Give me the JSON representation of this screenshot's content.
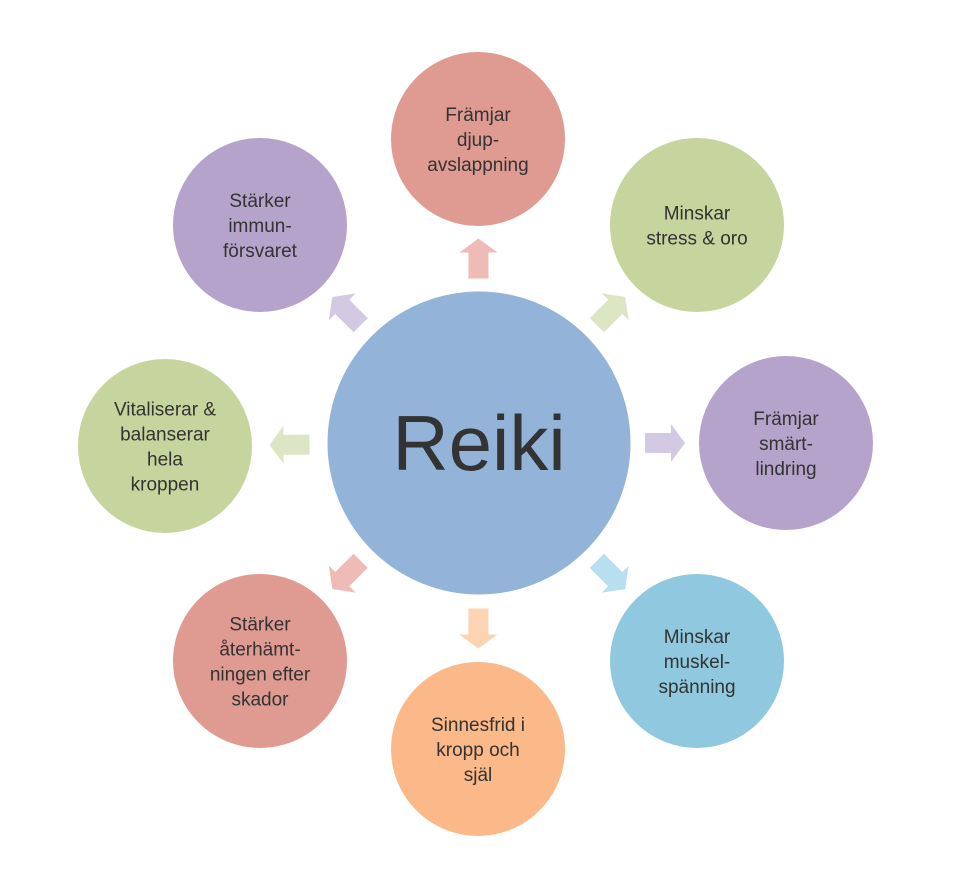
{
  "center": {
    "label": "Reiki",
    "color": "#93b3d8"
  },
  "nodes": [
    {
      "id": "djupavslappning",
      "lines": [
        "Främjar",
        "djup-",
        "avslappning"
      ],
      "color": "#df9a92",
      "arrow_color": "#eebbb6"
    },
    {
      "id": "stress",
      "lines": [
        "Minskar",
        "stress & oro"
      ],
      "color": "#c6d49d",
      "arrow_color": "#dde6c4"
    },
    {
      "id": "smartlindring",
      "lines": [
        "Främjar",
        "smärt-",
        "lindring"
      ],
      "color": "#b5a3cb",
      "arrow_color": "#d4c9e2"
    },
    {
      "id": "muskelspanning",
      "lines": [
        "Minskar",
        "muskel-",
        "spänning"
      ],
      "color": "#90c9df",
      "arrow_color": "#b8dff0"
    },
    {
      "id": "sinnesfrid",
      "lines": [
        "Sinnesfrid i",
        "kropp och",
        "själ"
      ],
      "color": "#fbb888",
      "arrow_color": "#fcd4b4"
    },
    {
      "id": "aterhamtning",
      "lines": [
        "Stärker",
        "återhämt-",
        "ningen efter",
        "skador"
      ],
      "color": "#df9a92",
      "arrow_color": "#eebbb6"
    },
    {
      "id": "vitaliserar",
      "lines": [
        "Vitaliserar &",
        "balanserar",
        "hela",
        "kroppen"
      ],
      "color": "#c6d49d",
      "arrow_color": "#dde6c4"
    },
    {
      "id": "immunforsvaret",
      "lines": [
        "Stärker",
        "immun-",
        "försvaret"
      ],
      "color": "#b5a3cb",
      "arrow_color": "#d4c9e2"
    }
  ]
}
